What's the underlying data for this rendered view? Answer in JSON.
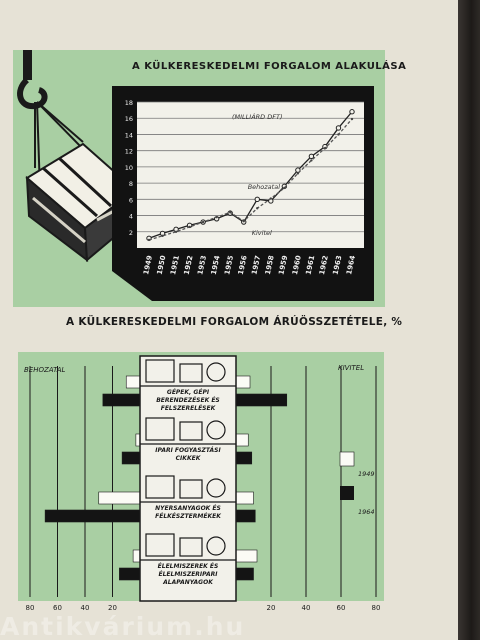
{
  "header": {
    "title1": "A KÜLKERESKEDELMI FORGALOM ALAKULÁSA",
    "title2": "A KÜLKERESKEDELMI FORGALOM ÁRÚÖSSZETÉTELE, %"
  },
  "watermark": "Antikvárium.hu",
  "colors": {
    "panel": "#a9cfa3",
    "ink": "#1a1a1a",
    "paper": "#e6e2d6"
  },
  "icons": [
    "crate-icon",
    "crane-hook-icon"
  ],
  "chart_data": [
    {
      "type": "line",
      "title": "A KÜLKERESKEDELMI FORGALOM ALAKULÁSA",
      "ylabel": "(MILLIÁRD DFT)",
      "ylim": [
        0,
        18
      ],
      "yticks": [
        2,
        4,
        6,
        8,
        10,
        12,
        14,
        16,
        18
      ],
      "categories": [
        "1949",
        "1950",
        "1951",
        "1952",
        "1953",
        "1954",
        "1955",
        "1956",
        "1957",
        "1958",
        "1959",
        "1960",
        "1961",
        "1962",
        "1963",
        "1964"
      ],
      "series": [
        {
          "name": "Behozatal",
          "values": [
            1.2,
            1.8,
            2.3,
            2.8,
            3.2,
            3.6,
            4.3,
            3.2,
            6.0,
            5.8,
            7.6,
            9.6,
            11.3,
            12.5,
            14.8,
            16.8
          ]
        },
        {
          "name": "Kivitel",
          "values": [
            1.0,
            1.5,
            2.0,
            2.6,
            3.2,
            3.8,
            4.4,
            3.3,
            4.9,
            6.1,
            7.4,
            9.2,
            10.8,
            12.3,
            14.0,
            15.9
          ]
        }
      ],
      "annotations": [
        "Behozatal",
        "Kivitel"
      ]
    },
    {
      "type": "bar",
      "title": "A KÜLKERESKEDELMI FORGALOM ÁRÚÖSSZETÉTELE, %",
      "left_label": "BEHOZATAL",
      "right_label": "KIVITEL",
      "left_ticks": [
        "80",
        "60",
        "40",
        "20"
      ],
      "right_ticks": [
        "20",
        "40",
        "60",
        "80"
      ],
      "legend": [
        "1949",
        "1964"
      ],
      "categories": [
        "GÉPEK, GÉPI BERENDEZÉSEK ÉS FELSZERELÉSEK",
        "IPARI FOGYASZTÁSI CIKKEK",
        "NYERSANYAGOK ÉS FÉLKÉSZTERMÉKEK",
        "ÉLELMISZEREK ÉS ÉLELMISZERIPARI ALAPANYAGOK"
      ],
      "series": [
        {
          "name": "1949",
          "import": [
            10,
            3,
            30,
            5
          ],
          "export": [
            8,
            7,
            10,
            12
          ]
        },
        {
          "name": "1964",
          "import": [
            27,
            13,
            69,
            15
          ],
          "export": [
            29,
            9,
            11,
            10
          ]
        }
      ],
      "xlim": [
        -80,
        80
      ]
    }
  ]
}
